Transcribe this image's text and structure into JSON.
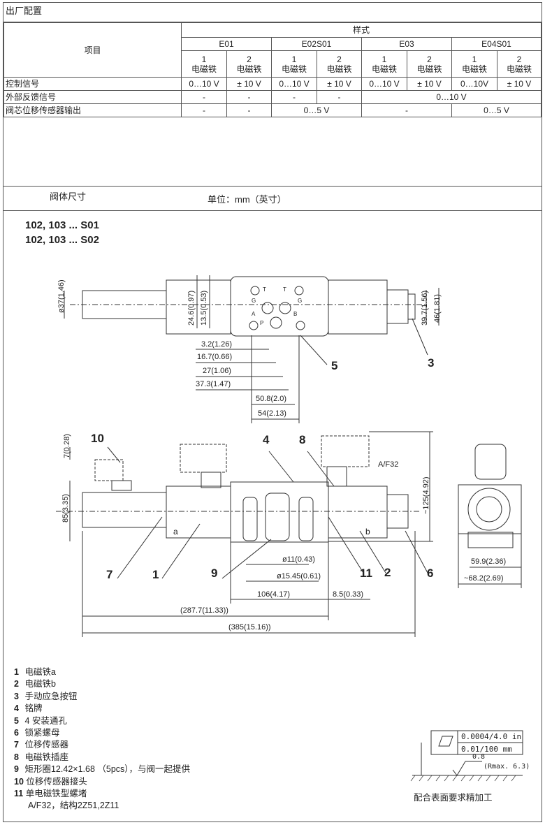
{
  "header": {
    "title": "出厂配置"
  },
  "table": {
    "item_label": "项目",
    "style_label": "样式",
    "groups": [
      "E01",
      "E02S01",
      "E03",
      "E04S01"
    ],
    "magnets": [
      [
        "1",
        "电磁铁"
      ],
      [
        "2",
        "电磁铁"
      ],
      [
        "1",
        "电磁铁"
      ],
      [
        "2",
        "电磁铁"
      ],
      [
        "1",
        "电磁铁"
      ],
      [
        "2",
        "电磁铁"
      ],
      [
        "1",
        "电磁铁"
      ],
      [
        "2",
        "电磁铁"
      ]
    ],
    "rows": [
      {
        "label": "控制信号",
        "cells": [
          "0…10 V",
          "± 10 V",
          "0…10 V",
          "± 10 V",
          "0…10 V",
          "± 10 V",
          "0…10V",
          "± 10 V"
        ]
      },
      {
        "label": "外部反馈信号",
        "cells": [
          "-",
          "-",
          "-",
          "-",
          "0…10 V"
        ]
      },
      {
        "label": "阀芯位移传感器输出",
        "cells": [
          "-",
          "-",
          "0…5 V",
          "-",
          "0…5 V"
        ]
      }
    ]
  },
  "dims": {
    "label": "阀体尺寸",
    "unit": "单位：mm（英寸）"
  },
  "drawing": {
    "title1": "102, 103 ... S01",
    "title2": "102, 103 ... S02",
    "dims_top": [
      "ø37(1.46)",
      "24.6(0.97)",
      "13.5(0.53)",
      "39.7(1.56)",
      "46(1.81)",
      "3.2(1.26)",
      "16.7(0.66)",
      "27(1.06)",
      "37.3(1.47)",
      "50.8(2.0)",
      "54(2.13)"
    ],
    "dims_front": [
      "7(0.28)",
      "85(3.35)",
      "~125(4.92)",
      "A/F32",
      "ø11(0.43)",
      "ø15.45(0.61)",
      "106(4.17)",
      "8.5(0.33)",
      "(287.7(11.33))",
      "(385(15.16))"
    ],
    "dims_side": [
      "59.9(2.36)",
      "~68.2(2.69)"
    ],
    "callouts": [
      "1",
      "2",
      "3",
      "4",
      "5",
      "6",
      "7",
      "8",
      "9",
      "10",
      "11"
    ],
    "marks": [
      "a",
      "b"
    ],
    "port_letters": [
      "T",
      "T",
      "A",
      "B",
      "P",
      "G",
      "G"
    ]
  },
  "legend": [
    {
      "n": "1",
      "t": "电磁铁a"
    },
    {
      "n": "2",
      "t": "电磁铁b"
    },
    {
      "n": "3",
      "t": "手动应急按钮"
    },
    {
      "n": "4",
      "t": "铭牌"
    },
    {
      "n": "5",
      "t": "4 安装通孔"
    },
    {
      "n": "6",
      "t": "锁紧螺母"
    },
    {
      "n": "7",
      "t": "位移传感器"
    },
    {
      "n": "8",
      "t": "电磁铁插座"
    },
    {
      "n": "9",
      "t": "矩形圈12.42×1.68 （5pcs），与阀一起提供"
    },
    {
      "n": "10",
      "t": "位移传感器接头"
    },
    {
      "n": "11",
      "t": "单电磁铁型螺堵"
    },
    {
      "n": "",
      "t": "A/F32，结构2Z51,2Z11"
    }
  ],
  "surface": {
    "flatness1": "0.0004/4.0 in",
    "flatness2": "0.01/100 mm",
    "roughness_val": "0.8",
    "roughness_max": "(Rmax. 6.3)",
    "caption": "配合表面要求精加工"
  }
}
